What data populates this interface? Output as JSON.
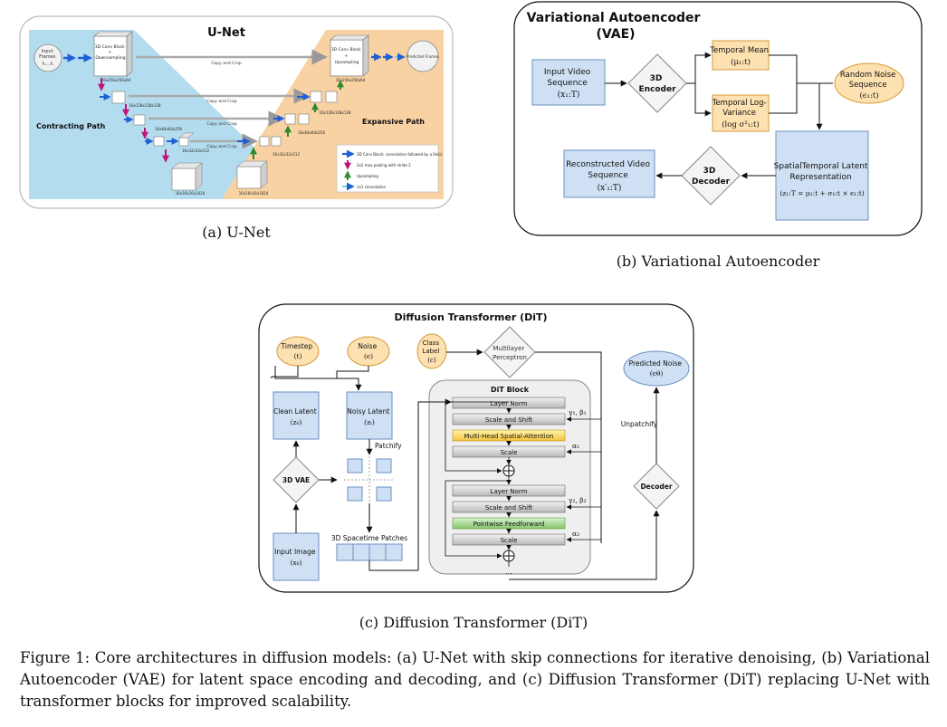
{
  "unet": {
    "title": "U-Net",
    "input_frames": [
      "Input",
      "Frames"
    ],
    "input_frames_sym": "f₁…fₙ",
    "conv_down": [
      "3D Conv Block",
      "+",
      "Downsampling"
    ],
    "conv_up": [
      "3D Conv Block",
      "+",
      "Upsampling"
    ],
    "predicted_frames": "Predicted Frames",
    "contracting": "Contracting Path",
    "expansive": "Expansive Path",
    "copy_crop": "Copy and Crop",
    "dims_left": [
      "16x256x256x64",
      "16x128x128x128",
      "16x64x64x256",
      "16x32x32x512",
      "16x16x16x1024"
    ],
    "dims_right": [
      "16x256x256x64",
      "16x128x128x128",
      "16x64x64x256",
      "16x32x32x512",
      "16x16x16x1024"
    ],
    "legend": [
      "3D Conv Block: convolution followed by a ReLU",
      "2x2 max pooling with stride 2",
      "Upsampling",
      "1x1 convolution"
    ],
    "caption": "(a) U-Net",
    "colors": {
      "left": "#b3dcef",
      "right": "#f8d2a2",
      "blue_arrow": "#1f5fd6",
      "red_arrow": "#c0137a",
      "green_arrow": "#2e8a2e"
    }
  },
  "vae": {
    "title": [
      "Variational Autoencoder",
      "(VAE)"
    ],
    "input": [
      "Input Video",
      "Sequence",
      "(x₁:T)"
    ],
    "encoder": [
      "3D",
      "Encoder"
    ],
    "mean": [
      "Temporal Mean",
      "(μ₁:t)"
    ],
    "logvar": [
      "Temporal Log-",
      "Variance",
      "(log σ²₁:t)"
    ],
    "noise": [
      "Random Noise",
      "Sequence",
      "(ϵ₁:t)"
    ],
    "latent": [
      "SpatialTemporal Latent",
      "Representation",
      "(z₁:T = μ₁:t + σ₁:t × ϵ₁:t)"
    ],
    "decoder": [
      "3D",
      "Decoder"
    ],
    "recon": [
      "Reconstructed Video",
      "Sequence",
      "(x′₁:T)"
    ],
    "caption": "(b) Variational Autoencoder"
  },
  "dit": {
    "title": "Diffusion Transformer (DiT)",
    "timestep": [
      "Timestep",
      "(t)"
    ],
    "noise": [
      "Noise",
      "(ϵ)"
    ],
    "class_label": [
      "Class",
      "Label",
      "(c)"
    ],
    "mlp": [
      "Multilayer",
      "Perceptron"
    ],
    "predicted_noise": [
      "Predicted Noise",
      "(ϵθ)"
    ],
    "clean_latent": [
      "Clean Latent",
      "(z₀)"
    ],
    "noisy_latent": [
      "Noisy Latent",
      "(zₜ)"
    ],
    "patchify": "Patchify",
    "vae3d": "3D VAE",
    "input_image": [
      "Input Image",
      "(x₀)"
    ],
    "patches": "3D Spacetime Patches",
    "dit_block": "DiT Block",
    "layer_norm": "Layer Norm",
    "scale_shift": "Scale and Shift",
    "mhsa": "Multi-Head Spatial-Attention",
    "scale": "Scale",
    "ffn": "Pointwise Feedforward",
    "g1b1": "γ₁, β₁",
    "a1": "α₁",
    "g2b2": "γ₂, β₂",
    "a2": "α₂",
    "unpatchify": "Unpatchify",
    "decoder": "Decoder",
    "caption": "(c) Diffusion Transformer (DiT)"
  },
  "figure_caption": "Figure 1: Core architectures in diffusion models: (a) U-Net with skip connections for iterative denoising, (b) Variational Autoencoder (VAE) for latent space encoding and decoding, and (c) Diffusion Transformer (DiT) replacing U-Net with transformer blocks for improved scalability."
}
